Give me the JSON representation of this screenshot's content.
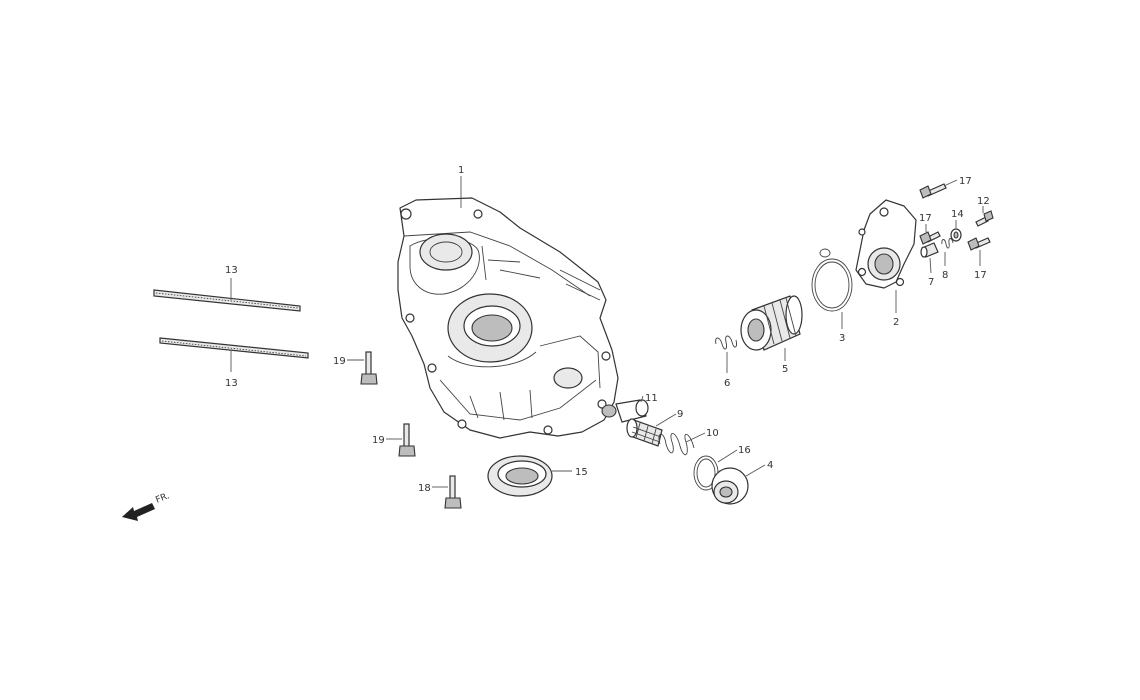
{
  "diagram": {
    "callouts": [
      "1",
      "13",
      "13",
      "19",
      "19",
      "18",
      "15",
      "11",
      "9",
      "10",
      "16",
      "4",
      "6",
      "5",
      "3",
      "2",
      "7",
      "8",
      "17",
      "17",
      "17",
      "14",
      "12"
    ],
    "direction": {
      "label": "FR.",
      "icon": "front-arrow-icon"
    }
  }
}
